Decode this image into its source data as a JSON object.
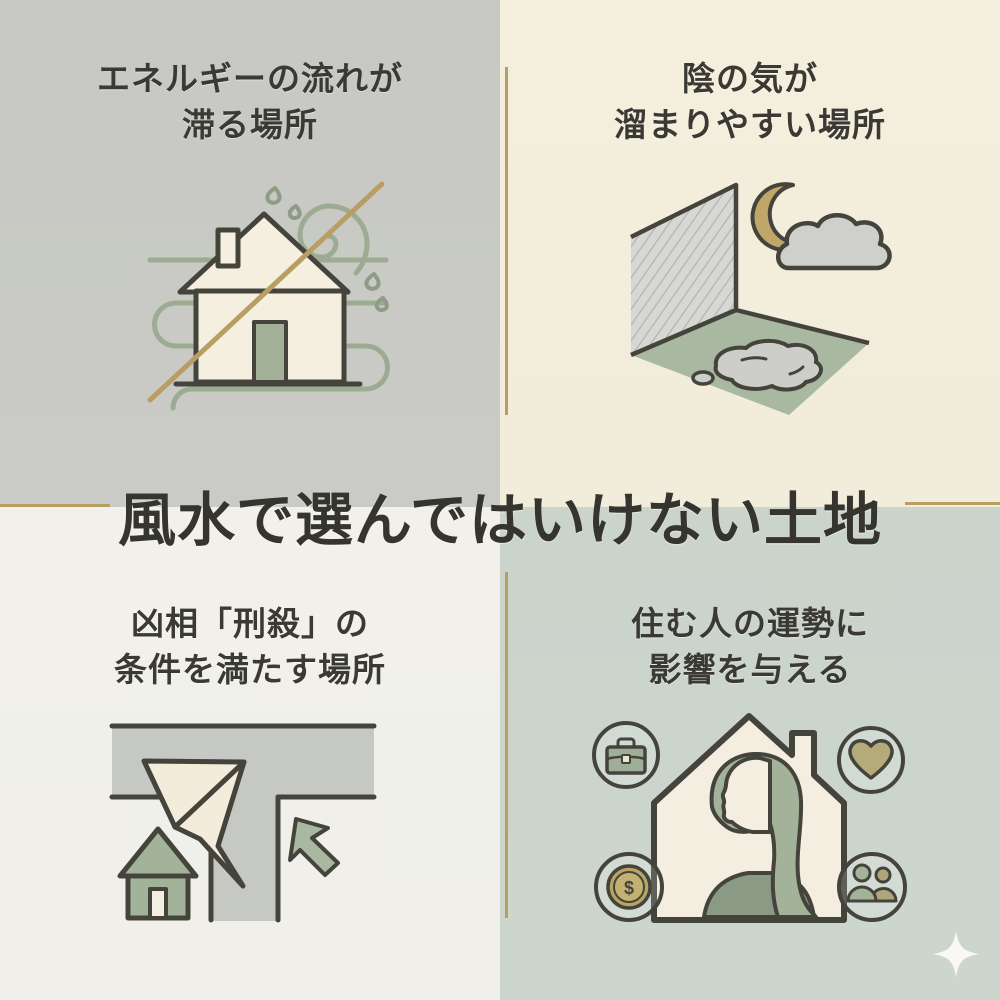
{
  "title": {
    "text": "風水で選んではいけない土地"
  },
  "quadrants": {
    "top_left": {
      "heading": [
        "エネルギーの流れが",
        "滞る場所"
      ],
      "icon": "house-stagnant-energy-icon",
      "bg_color": "#c8c9c4"
    },
    "top_right": {
      "heading": [
        "陰の気が",
        "溜まりやすい場所"
      ],
      "icon": "shaded-corner-puddle-moon-icon",
      "bg_color": "#f3eedd"
    },
    "bottom_left": {
      "heading": [
        "凶相「刑殺」の",
        "条件を満たす場所"
      ],
      "icon": "t-junction-road-arrow-icon",
      "bg_color": "#f1f0eb"
    },
    "bottom_right": {
      "heading": [
        "住む人の運勢に",
        "影響を与える"
      ],
      "icon": "resident-fortune-house-icon",
      "coin_symbol": "$",
      "bg_color": "#ccd5cc"
    }
  },
  "decor": {
    "gold_accent_lines": [
      "top-vertical",
      "bottom-vertical",
      "left-horizontal",
      "right-horizontal"
    ],
    "sparkle_icon": "sparkle-icon"
  },
  "colors": {
    "accent_gold": "#b89e63",
    "outline_dark": "#45443c",
    "heading_text": "#3a3933",
    "title_text": "#35342f",
    "sage_green": "#a3b399",
    "sage_line": "#9cac93",
    "dark_green": "#8b9a84",
    "cream": "#f4eedf",
    "moon_tan": "#c1a66a",
    "heart_olive": "#b5aa79",
    "coin_gold": "#b8a565",
    "cloud_gray": "#cfcfcc",
    "road_gray": "#c6c8c3",
    "wall_gray": "#d7d7d3",
    "sparkle_white": "#fbfaf5"
  }
}
